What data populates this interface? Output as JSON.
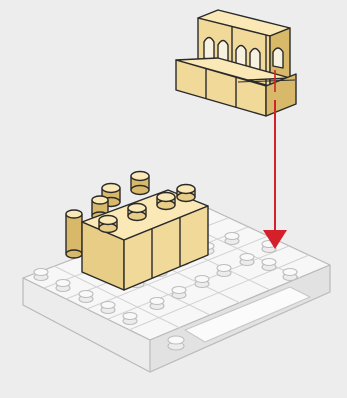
{
  "illustration": {
    "kind": "building-instruction-step",
    "step_action": "attach-arch-piece-to-baseplate",
    "colors": {
      "background": "#ededed",
      "brick_tan": "#f1d99a",
      "brick_tan_top": "#fae9b6",
      "brick_tan_side": "#d8b969",
      "baseplate_white": "#f7f7f7",
      "baseplate_shadow": "#dedede",
      "outline": "#2a2a2a",
      "arrow_red": "#d4202a"
    },
    "icons": [
      "placement-arrow",
      "arch-brick",
      "tan-brick",
      "round-plate",
      "white-baseplate"
    ]
  }
}
